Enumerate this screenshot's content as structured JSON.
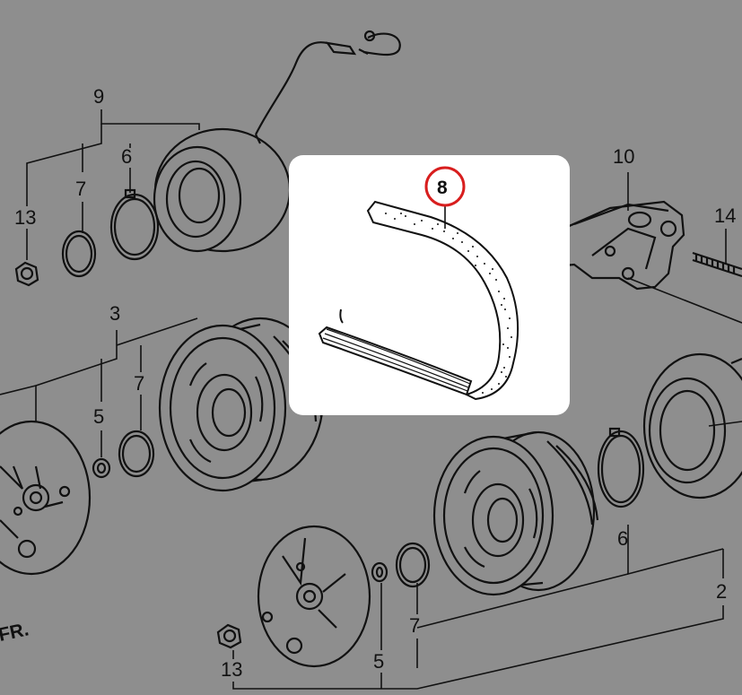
{
  "diagram": {
    "callouts": {
      "c2": "2",
      "c3": "3",
      "c5a": "5",
      "c5b": "5",
      "c6a": "6",
      "c6b": "6",
      "c7a": "7",
      "c7b": "7",
      "c7c": "7",
      "c8": "8",
      "c9": "9",
      "c10": "10",
      "c13a": "13",
      "c13b": "13",
      "c14": "14"
    },
    "front_marker": "FR.",
    "highlight_color": "#d81e1e",
    "panel_color": "#ffffff",
    "background_color": "#8e8e8e"
  }
}
